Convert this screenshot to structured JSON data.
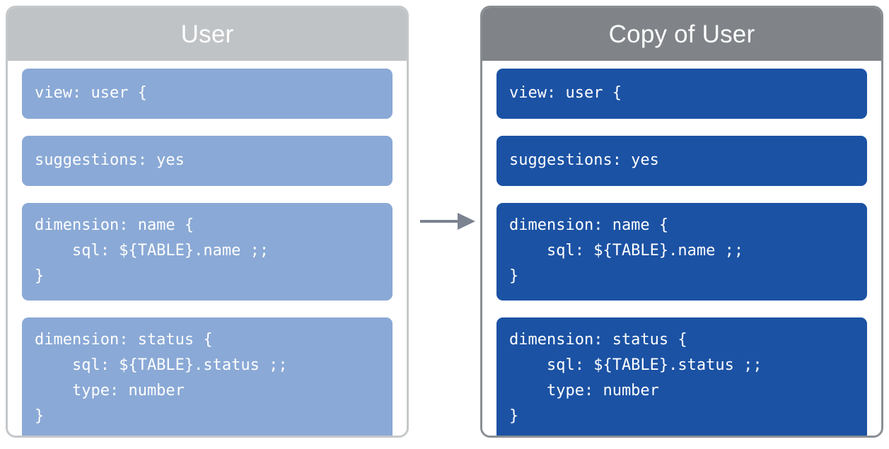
{
  "diagram": {
    "arrow_icon": "right-arrow-icon",
    "arrow_color": "#7b8290"
  },
  "cards": [
    {
      "id": "source",
      "title": "User",
      "header_color": "#c0c3c6",
      "border_color": "#c5c8ca",
      "block_color": "#8aa9d6",
      "blocks": [
        {
          "name": "view-declaration",
          "code": "view: user {"
        },
        {
          "name": "suggestions-setting",
          "code": "suggestions: yes"
        },
        {
          "name": "dimension-name",
          "code": "dimension: name {\n    sql: ${TABLE}.name ;;\n}"
        },
        {
          "name": "dimension-status",
          "code": "dimension: status {\n    sql: ${TABLE}.status ;;\n    type: number\n}"
        }
      ]
    },
    {
      "id": "copy",
      "title": "Copy of User",
      "header_color": "#808489",
      "border_color": "#8a8e93",
      "block_color": "#1b52a4",
      "blocks": [
        {
          "name": "view-declaration",
          "code": "view: user {"
        },
        {
          "name": "suggestions-setting",
          "code": "suggestions: yes"
        },
        {
          "name": "dimension-name",
          "code": "dimension: name {\n    sql: ${TABLE}.name ;;\n}"
        },
        {
          "name": "dimension-status",
          "code": "dimension: status {\n    sql: ${TABLE}.status ;;\n    type: number\n}"
        }
      ]
    }
  ]
}
